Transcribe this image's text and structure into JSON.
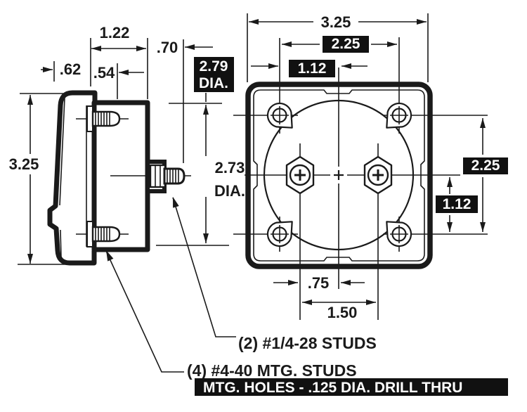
{
  "side": {
    "height": "3.25",
    "front": ".62",
    "stud": ".54",
    "depth": "1.22",
    "rear": ".70",
    "bezel_dia": {
      "value": "2.79",
      "unit": "DIA."
    },
    "body_dia": {
      "value": "2.73",
      "unit": "DIA."
    }
  },
  "rear": {
    "width": "3.25",
    "span_h": "2.25",
    "half_h": "1.12",
    "span_v": "2.25",
    "half_v": "1.12",
    "stud_half": ".75",
    "stud_span": "1.50"
  },
  "notes": {
    "studs2": "(2) #1/4-28 STUDS",
    "studs4": "(4) #4-40 MTG. STUDS",
    "bar": "MTG. HOLES - .125 DIA. DRILL THRU"
  },
  "colors": {
    "ink": "#1a1a1a",
    "badge_bg": "#111111",
    "badge_text": "#ffffff",
    "background": "#ffffff"
  }
}
